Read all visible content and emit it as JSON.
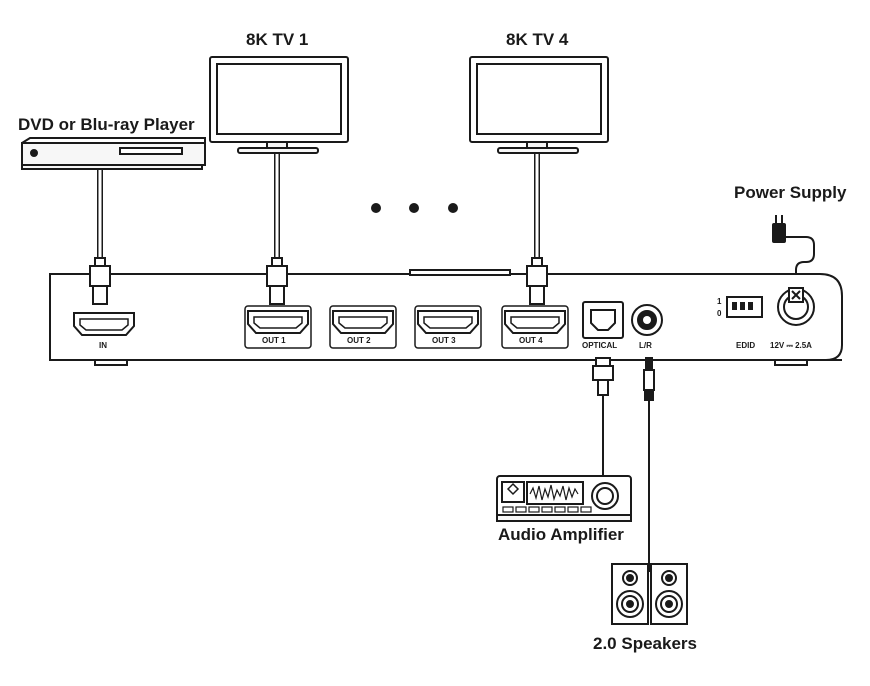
{
  "labels": {
    "source": "DVD or Blu-ray Player",
    "tv1": "8K TV 1",
    "tv4": "8K TV 4",
    "power": "Power Supply",
    "amplifier": "Audio Amplifier",
    "speakers": "2.0 Speakers"
  },
  "ports": {
    "in": "IN",
    "out1": "OUT 1",
    "out2": "OUT 2",
    "out3": "OUT 3",
    "out4": "OUT 4",
    "optical": "OPTICAL",
    "lr": "L/R",
    "edid": "EDID",
    "power": "12V ⎓ 2.5A",
    "dip_on": "1",
    "dip_off": "0"
  },
  "colors": {
    "outline": "#1a1a1a",
    "cable": "#9a9a9a",
    "device_fill": "#f7f7f7"
  }
}
